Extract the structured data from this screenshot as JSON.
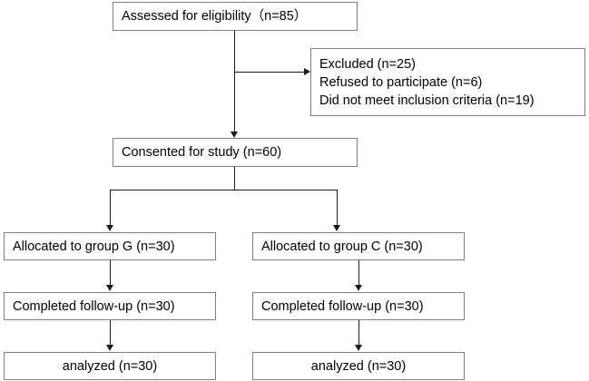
{
  "diagram": {
    "type": "consort-flow-diagram",
    "nodes": {
      "assessed": {
        "label": "Assessed for eligibility（n=85）",
        "n": 85
      },
      "excluded": {
        "line1": "Excluded (n=25)",
        "line2": "Refused to participate (n=6)",
        "line3": "Did not meet inclusion criteria (n=19)",
        "n_total": 25,
        "n_refused": 6,
        "n_criteria": 19
      },
      "consented": {
        "label": "Consented for study (n=60)",
        "n": 60
      },
      "allocated_g": {
        "label": "Allocated to group G (n=30)",
        "n": 30
      },
      "allocated_c": {
        "label": "Allocated to group C (n=30)",
        "n": 30
      },
      "followup_g": {
        "label": "Completed follow-up (n=30)",
        "n": 30
      },
      "followup_c": {
        "label": "Completed follow-up (n=30)",
        "n": 30
      },
      "analyzed_g": {
        "label": "analyzed (n=30)",
        "n": 30
      },
      "analyzed_c": {
        "label": "analyzed (n=30)",
        "n": 30
      }
    },
    "colors": {
      "box_border": "#808080",
      "connector": "#1a1a1a",
      "background": "#ffffff",
      "text": "#000000"
    }
  }
}
